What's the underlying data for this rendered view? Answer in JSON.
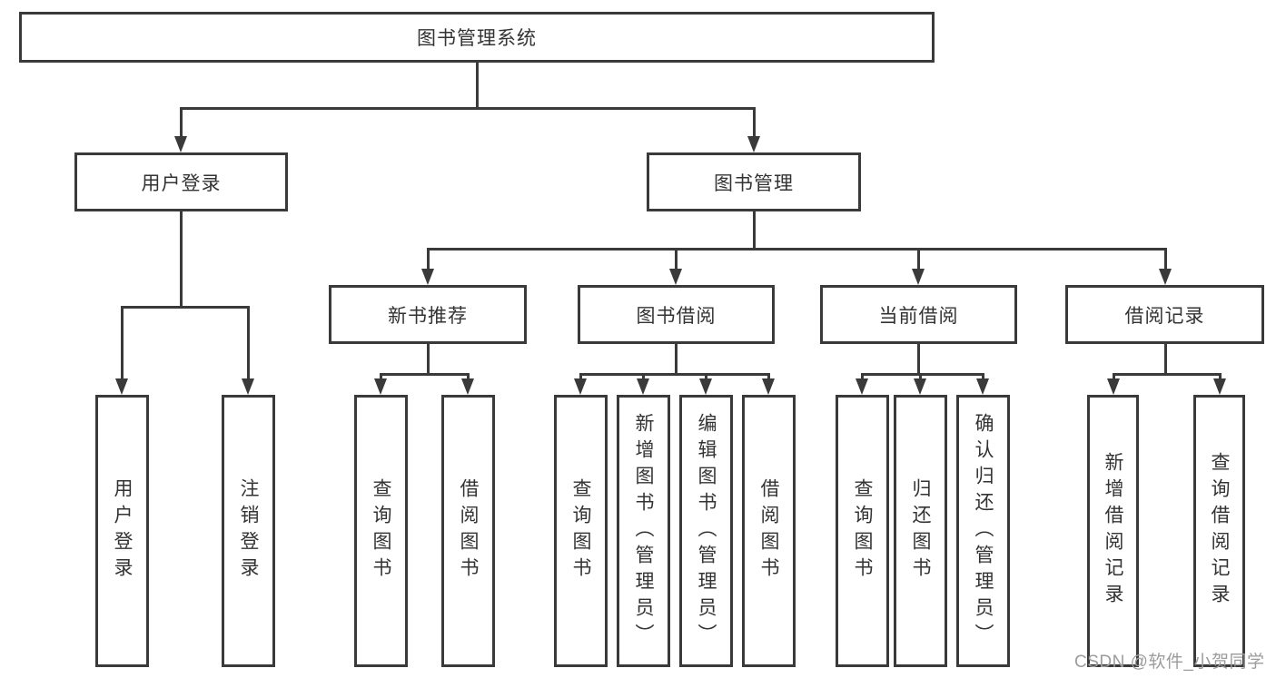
{
  "diagram": {
    "root": "图书管理系统",
    "level2": {
      "user_login": "用户登录",
      "book_management": "图书管理"
    },
    "level3": {
      "new_book_recommend": "新书推荐",
      "book_borrow": "图书借阅",
      "current_borrow": "当前借阅",
      "borrow_records": "借阅记录"
    },
    "leaves": {
      "user_login_children": [
        "用户登录",
        "注销登录"
      ],
      "new_book_children": [
        "查询图书",
        "借阅图书"
      ],
      "book_borrow_children": [
        "查询图书",
        "新增图书（管理员）",
        "编辑图书（管理员）",
        "借阅图书"
      ],
      "current_borrow_children": [
        "查询图书",
        "归还图书",
        "确认归还（管理员）"
      ],
      "borrow_record_children": [
        "新增借阅记录",
        "查询借阅记录"
      ]
    },
    "colors": {
      "line": "#3a3a3a",
      "text": "#333333",
      "watermark": "#9c9c9c",
      "background": "#ffffff"
    }
  },
  "watermark": {
    "text": "CSDN @软件_小贺同学"
  }
}
